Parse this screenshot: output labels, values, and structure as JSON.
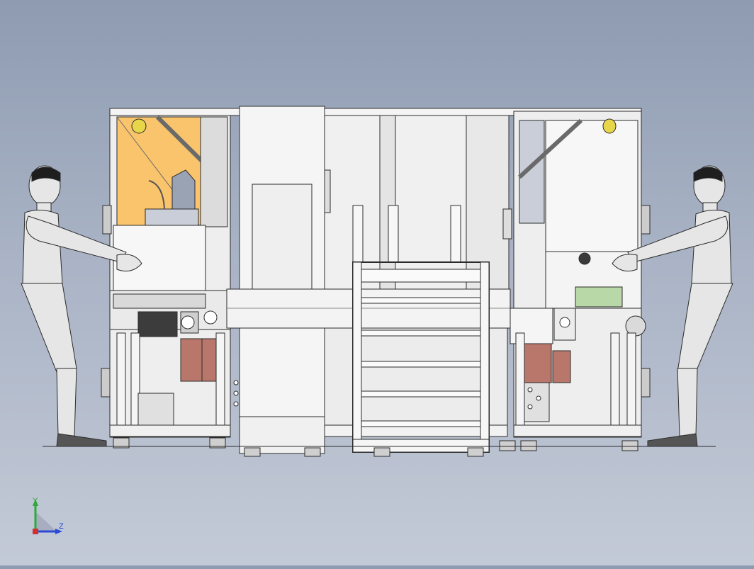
{
  "scene": {
    "description_kind": "cad-assembly-front-view",
    "colors": {
      "background_top": "#8e9bb1",
      "background_bottom": "#c3cad7",
      "frame": "#f2f2f2",
      "outline": "#2b2b2b",
      "panel_orange": "#f9c46b",
      "panel_blue": "#c9ced8",
      "motor_copper": "#b9776b",
      "indicator_yellow": "#e8d64a"
    }
  },
  "axis_triad": {
    "y_label": "Y",
    "z_label": "Z",
    "y_color": "#2faa3a",
    "z_color": "#2a4ad8",
    "origin_color": "#d03030"
  }
}
